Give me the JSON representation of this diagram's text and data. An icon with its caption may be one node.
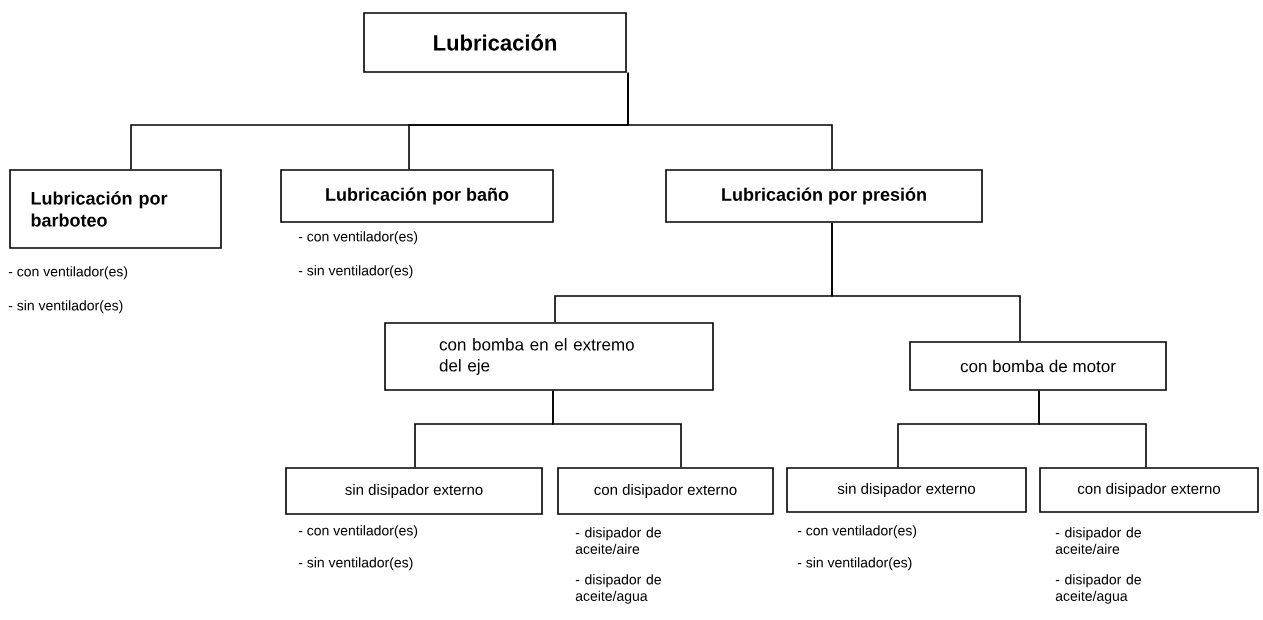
{
  "diagram": {
    "nodes": [
      {
        "text": [
          "Lubricación"
        ]
      },
      {
        "text": [
          "Lubricación por barboteo"
        ],
        "beside": [
          "- con ventilador(es)",
          "- sin ventilador(es)"
        ]
      },
      {
        "text": [
          "Lubricación por baño"
        ],
        "beside": [
          "- con ventilador(es)",
          "- sin ventilador(es)"
        ]
      },
      {
        "text": [
          "Lubricación por presión"
        ]
      },
      {
        "text": [
          "con bomba en el extremo del eje"
        ]
      },
      {
        "text": [
          "con bomba de motor"
        ]
      },
      {
        "text": [
          "sin disipador externo"
        ],
        "beside": [
          "- con ventilador(es)",
          "- sin ventilador(es)"
        ]
      },
      {
        "text": [
          "con disipador externo"
        ],
        "beside": [
          "- disipador de aceite/aire",
          "- disipador de aceite/agua"
        ]
      },
      {
        "text": [
          "sin disipador externo"
        ],
        "beside": [
          "- con ventilador(es)",
          "- sin ventilador(es)"
        ]
      },
      {
        "text": [
          "con disipador externo"
        ],
        "beside": [
          "- disipador de aceite/aire",
          "- disipador de aceite/agua"
        ]
      }
    ],
    "edges": [
      {
        "from": 0,
        "to": 1,
        "arrow": "none"
      },
      {
        "from": 0,
        "to": 2,
        "arrow": "none"
      },
      {
        "from": 0,
        "to": 3,
        "arrow": "none"
      },
      {
        "from": 3,
        "to": 4,
        "arrow": "none"
      },
      {
        "from": 3,
        "to": 5,
        "arrow": "none"
      },
      {
        "from": 4,
        "to": 6,
        "arrow": "none"
      },
      {
        "from": 4,
        "to": 7,
        "arrow": "none"
      },
      {
        "from": 5,
        "to": 8,
        "arrow": "none"
      },
      {
        "from": 5,
        "to": 9,
        "arrow": "none"
      }
    ]
  }
}
